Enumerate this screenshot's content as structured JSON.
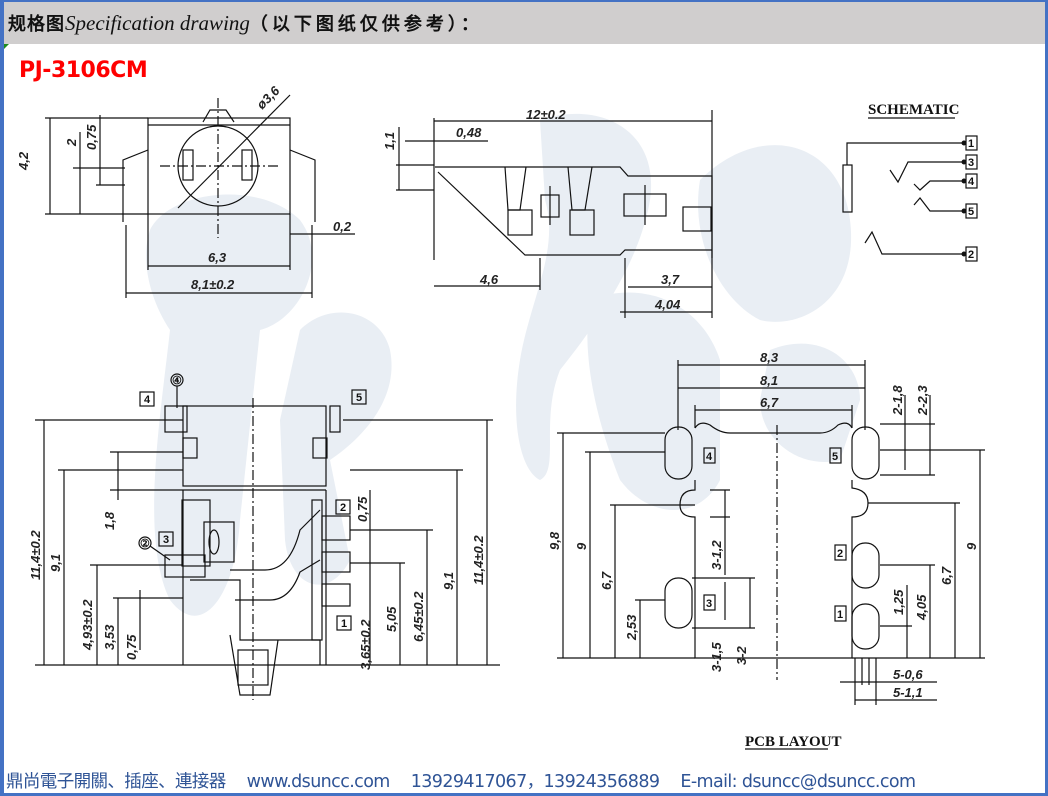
{
  "header": {
    "title_cn": "规格图",
    "title_en": "Specification drawing",
    "title_note": "（以下图纸仅供参考）："
  },
  "model": "PJ-3106CM",
  "watermark": "鼎尚",
  "colors": {
    "border": "#4472c4",
    "header_bg": "#d0cece",
    "model_text": "#ff0000",
    "footer_text": "#2f5496",
    "watermark": "#e9eef4"
  },
  "front_view": {
    "dims": [
      "4,2",
      "2",
      "0,75",
      "ø3,6",
      "0,2",
      "6,3",
      "8,1±0.2"
    ]
  },
  "side_view": {
    "dims": [
      "12±0.2",
      "1,1",
      "0,48",
      "4,6",
      "3,7",
      "4,04"
    ]
  },
  "schematic": {
    "title": "SCHEMATIC",
    "pins": [
      "1",
      "3",
      "4",
      "5",
      "2"
    ]
  },
  "bottom_view": {
    "left_dims": [
      "11,4±0.2",
      "9,1",
      "1,8",
      "4,93±0.2",
      "3,53",
      "0,75"
    ],
    "right_dims": [
      "0,75",
      "3,65±0.2",
      "5,05",
      "6,45±0.2",
      "9,1",
      "11,4±0.2"
    ],
    "pin_labels": [
      "4",
      "5",
      "3",
      "2",
      "1"
    ],
    "callouts": [
      "④",
      "②"
    ]
  },
  "pcb_layout": {
    "title": "PCB LAYOUT",
    "top_dims": [
      "8,3",
      "8,1",
      "6,7"
    ],
    "left_dims": [
      "9,8",
      "9",
      "6,7",
      "2,53"
    ],
    "mid_dims": [
      "3-1,2",
      "3-1,5",
      "3-2"
    ],
    "right_dims": [
      "2-1,8",
      "2-2,3",
      "9",
      "6,7",
      "4,05",
      "1,25",
      "5-0,6",
      "5-1,1"
    ],
    "pin_labels": [
      "4",
      "5",
      "3",
      "2",
      "1"
    ]
  },
  "footer": {
    "company": "鼎尚電子開關、插座、連接器",
    "website": "www.dsuncc.com",
    "phones": "13929417067，13924356889",
    "email": "E-mail: dsuncc@dsuncc.com"
  }
}
